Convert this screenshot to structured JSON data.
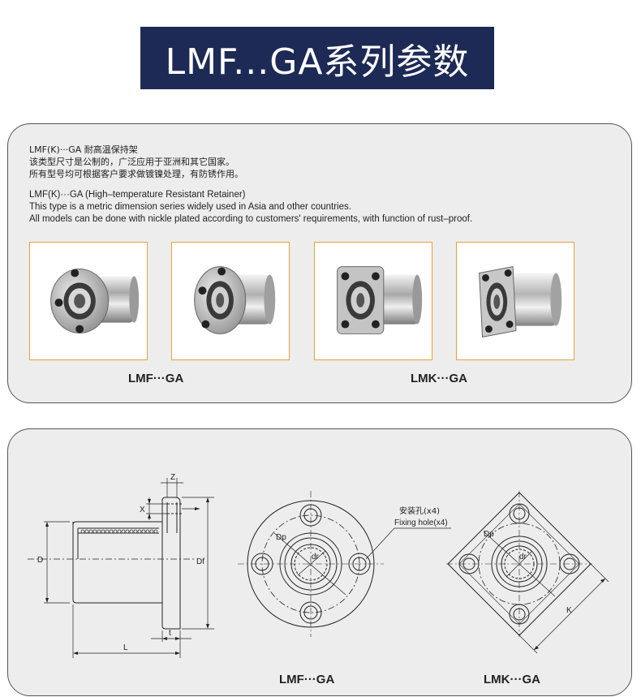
{
  "title": "LMF...GA系列参数",
  "intro_cn": {
    "line1": "LMF(K)···GA 耐高温保持架",
    "line2": "该类型尺寸是公制的，广泛应用于亚洲和其它国家。",
    "line3": "所有型号均可根据客户要求做镀镍处理，有防锈作用。"
  },
  "intro_en": {
    "line1": "LMF(K)···GA (High–temperature Resistant Retainer)",
    "line2": "This type is a metric dimension series widely used in Asia and other countries.",
    "line3": "All models can be done with nickle plated according to customers' requirements, with function of rust–proof."
  },
  "captions": {
    "round": "LMF···GA",
    "square": "LMK···GA"
  },
  "drawing": {
    "labels": {
      "z": "Z",
      "x": "X",
      "d": "D",
      "df": "Df",
      "l": "L",
      "t": "t",
      "dp": "Dp",
      "dr": "dr",
      "k": "K"
    },
    "hole_cn": "安装孔(x4)",
    "hole_en": "Fixing hole(x4)",
    "caption_round": "LMF···GA",
    "caption_square": "LMK···GA"
  },
  "colors": {
    "title_bg": "#1d2a55",
    "panel_bg": "#ededed",
    "photo_border": "#e8a23a"
  }
}
